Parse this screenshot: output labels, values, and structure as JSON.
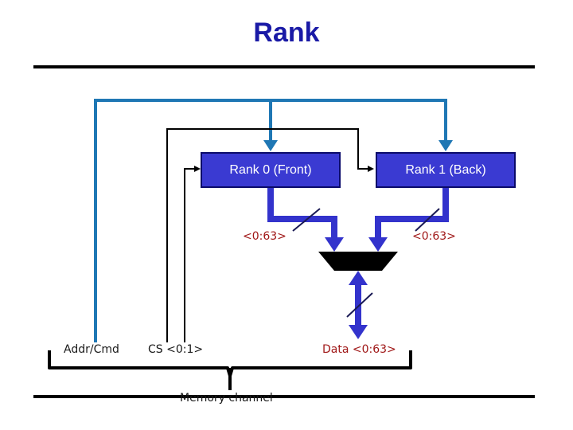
{
  "title": "Rank",
  "blocks": {
    "rank0": "Rank 0 (Front)",
    "rank1": "Rank 1 (Back)"
  },
  "labels": {
    "rank0_data": "<0:63>",
    "rank1_data": "<0:63>",
    "addr_cmd": "Addr/Cmd",
    "cs": "CS <0:1>",
    "data": "Data <0:63>",
    "memory_channel": "Memory channel"
  },
  "colors": {
    "addr_line": "#1f77b4",
    "block_fill": "#3a3ad2",
    "data_bus": "#3333cc",
    "mux": "#000000",
    "title": "#1a1aa6",
    "label_text": "#a01818"
  }
}
